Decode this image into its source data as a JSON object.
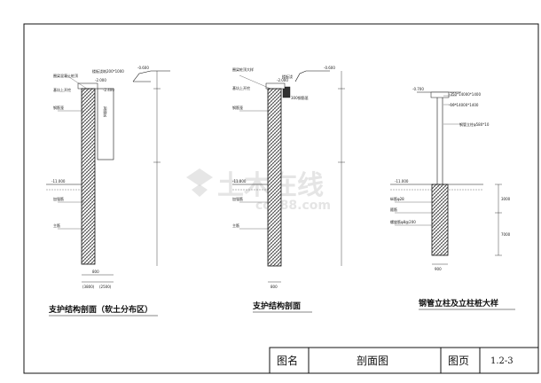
{
  "title_block": {
    "name_label": "图名",
    "name_value": "剖面图",
    "page_label": "图页",
    "page_value": "1.2-3"
  },
  "watermark": {
    "main": "土木在线",
    "sub": "co188.com"
  },
  "section1": {
    "caption": "支护结构剖面（软土分布区）",
    "top_level": "-0.600",
    "slab_level": "-2.000",
    "slab_level2": "-2.400",
    "lower_level": "-11.000",
    "label_crown_beam": "圈梁混凝土桩顶",
    "label_slab": "楼板浇筑200*1000",
    "label_lateral": "基坑上开挖",
    "label_gangjin": "钢筋笼",
    "label_jiagu": "加强筋",
    "label_zhu": "主筋",
    "box_text": "加固区",
    "dims": [
      "800",
      "(3800)",
      "(2500)"
    ]
  },
  "section2": {
    "caption": "支护结构剖面",
    "top_level": "-0.600",
    "slab_level": "-2.000",
    "lower_level": "-11.000",
    "label_crown_beam": "圈梁桩顶大样",
    "label_slab": "楼板浇",
    "label_lateral": "基坑上开挖",
    "label_small": "300钢筋笼",
    "label_gangjin": "钢筋笼",
    "label_jiagu": "加强筋",
    "label_zhu": "主筋",
    "dims": [
      "800"
    ]
  },
  "section3": {
    "caption": "钢管立柱及立柱桩大样",
    "top_level": "-0.700",
    "lower_level": "-11.000",
    "label_a": "-350*14000*1400",
    "label_b": "-16*14000*1400",
    "label_c": "钢管立柱φ580*10",
    "label_d": "纵筋φ28",
    "label_e": "箍筋",
    "label_f": "螺旋筋φ8@200",
    "dims": [
      "3000",
      "7000",
      "900"
    ]
  }
}
